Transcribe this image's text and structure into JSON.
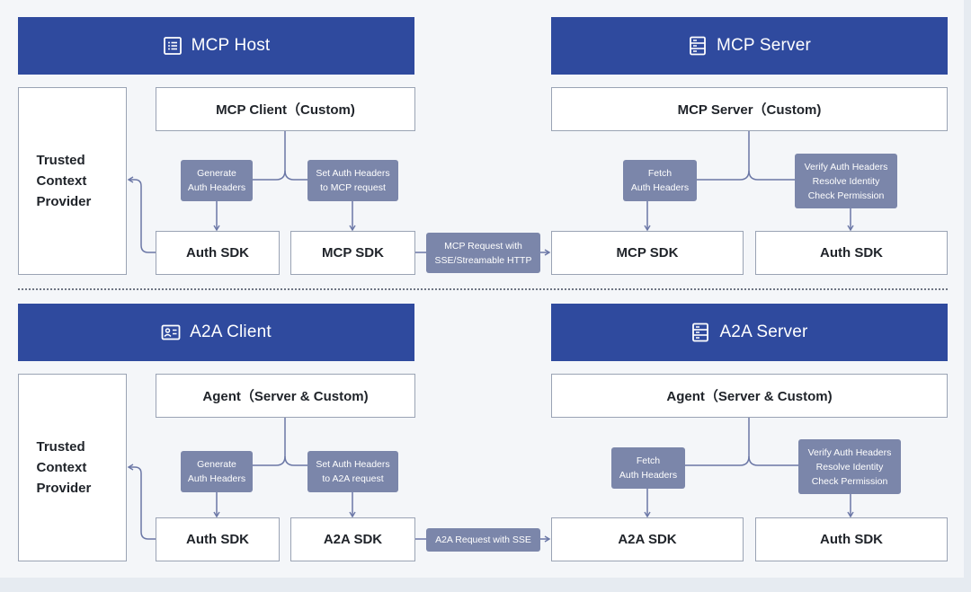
{
  "top": {
    "host": {
      "title": "MCP Host",
      "icon": "list-document-icon"
    },
    "server": {
      "title": "MCP Server",
      "icon": "server-rack-icon"
    },
    "trusted_context_provider": "Trusted\nContext\nProvider",
    "client_box": "MCP Client（Custom)",
    "server_box": "MCP Server（Custom)",
    "client_auth_sdk": "Auth SDK",
    "client_sdk": "MCP SDK",
    "server_sdk": "MCP SDK",
    "server_auth_sdk": "Auth SDK",
    "label_generate": "Generate\nAuth Headers",
    "label_set": "Set Auth Headers\nto MCP request",
    "label_request": "MCP Request with\nSSE/Streamable HTTP",
    "label_fetch": "Fetch\nAuth Headers",
    "label_verify": "Verify Auth Headers\nResolve Identity\nCheck Permission"
  },
  "bottom": {
    "client": {
      "title": "A2A Client",
      "icon": "id-card-icon"
    },
    "server": {
      "title": "A2A Server",
      "icon": "server-rack-icon"
    },
    "trusted_context_provider": "Trusted\nContext\nProvider",
    "client_box": "Agent（Server & Custom)",
    "server_box": "Agent（Server & Custom)",
    "client_auth_sdk": "Auth SDK",
    "client_sdk": "A2A SDK",
    "server_sdk": "A2A SDK",
    "server_auth_sdk": "Auth SDK",
    "label_generate": "Generate\nAuth Headers",
    "label_set": "Set Auth Headers\nto A2A request",
    "label_request": "A2A Request with SSE",
    "label_fetch": "Fetch\nAuth Headers",
    "label_verify": "Verify Auth Headers\nResolve Identity\nCheck Permission"
  },
  "colors": {
    "header": "#2f4a9e",
    "label": "#7b86aa",
    "connector": "#6b77a6",
    "box_border": "#9aa3b4"
  }
}
